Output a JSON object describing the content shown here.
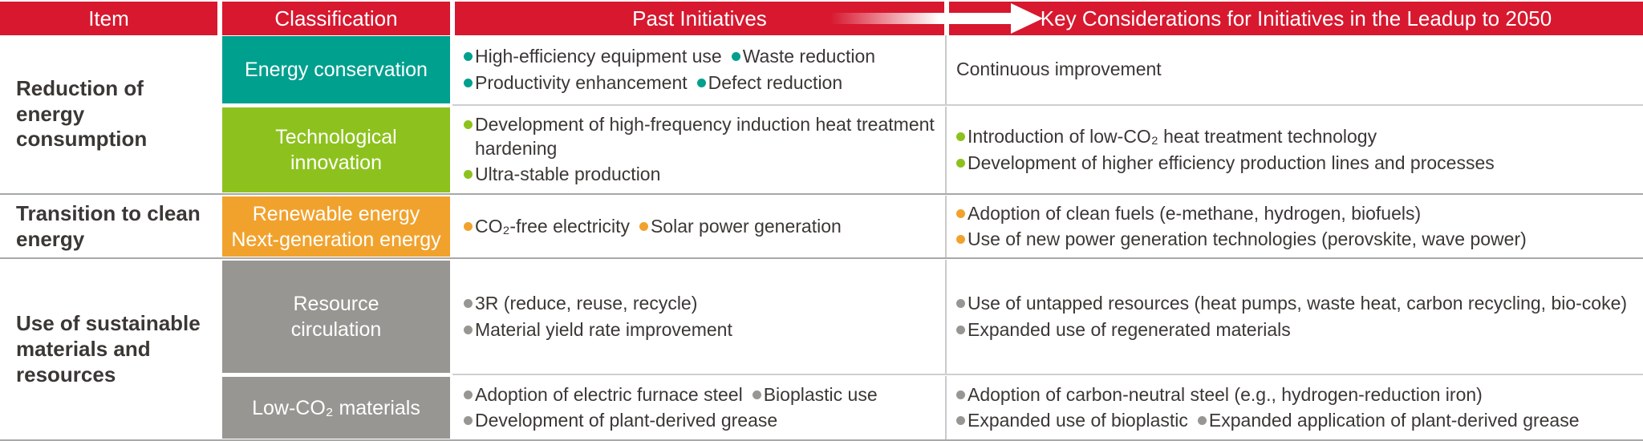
{
  "colors": {
    "red": "#D7182F",
    "teal": "#00A08E",
    "green": "#8DC21E",
    "orange": "#F1A22D",
    "gray": "#989692",
    "text": "#3B3735"
  },
  "header": {
    "columns": [
      "Item",
      "Classification",
      "Past Initiatives",
      "Key Considerations for Initiatives in the Leadup to 2050"
    ],
    "arrow_icon": "right-arrow"
  },
  "groups": [
    {
      "item_lines": [
        "Reduction of energy",
        "consumption"
      ],
      "rows": [
        {
          "classification": {
            "lines": [
              "Energy conservation"
            ],
            "color": "teal"
          },
          "past": {
            "bullet_color": "teal",
            "bullets": true,
            "lines": [
              [
                "High-efficiency equipment use",
                "Waste reduction"
              ],
              [
                "Productivity enhancement",
                "Defect reduction"
              ]
            ]
          },
          "key": {
            "bullet_color": "teal",
            "bullets": false,
            "lines": [
              [
                "Continuous improvement"
              ]
            ]
          }
        },
        {
          "classification": {
            "lines": [
              "Technological",
              "innovation"
            ],
            "color": "green"
          },
          "past": {
            "bullet_color": "green",
            "bullets": true,
            "lines": [
              [
                "Development of high-frequency induction heat treatment hardening"
              ],
              [
                "Ultra-stable production"
              ]
            ]
          },
          "key": {
            "bullet_color": "green",
            "bullets": true,
            "lines": [
              [
                "Introduction of low-CO₂ heat treatment technology"
              ],
              [
                "Development of higher efficiency production lines and processes"
              ]
            ]
          }
        }
      ]
    },
    {
      "item_lines": [
        "Transition to clean",
        "energy"
      ],
      "rows": [
        {
          "classification": {
            "lines": [
              "Renewable energy",
              "Next-generation energy"
            ],
            "color": "orange"
          },
          "past": {
            "bullet_color": "orange",
            "bullets": true,
            "lines": [
              [
                "CO₂-free electricity",
                "Solar power generation"
              ]
            ]
          },
          "key": {
            "bullet_color": "orange",
            "bullets": true,
            "lines": [
              [
                "Adoption of clean fuels (e-methane, hydrogen, biofuels)"
              ],
              [
                "Use of new power generation technologies (perovskite, wave power)"
              ]
            ]
          }
        }
      ]
    },
    {
      "item_lines": [
        "Use of sustainable",
        "materials and",
        "resources"
      ],
      "rows": [
        {
          "classification": {
            "lines": [
              "Resource",
              "circulation"
            ],
            "color": "gray"
          },
          "past": {
            "bullet_color": "gray",
            "bullets": true,
            "lines": [
              [
                "3R (reduce, reuse, recycle)"
              ],
              [
                "Material yield rate improvement"
              ]
            ]
          },
          "key": {
            "bullet_color": "gray",
            "bullets": true,
            "lines": [
              [
                "Use of untapped resources (heat pumps, waste heat, carbon recycling, bio-coke)"
              ],
              [
                "Expanded use of regenerated materials"
              ]
            ]
          }
        },
        {
          "classification": {
            "lines": [
              "Low-CO₂ materials"
            ],
            "color": "gray"
          },
          "past": {
            "bullet_color": "gray",
            "bullets": true,
            "lines": [
              [
                "Adoption of electric furnace steel",
                "Bioplastic use"
              ],
              [
                "Development of plant-derived grease"
              ]
            ]
          },
          "key": {
            "bullet_color": "gray",
            "bullets": true,
            "lines": [
              [
                "Adoption of carbon-neutral steel (e.g., hydrogen-reduction iron)"
              ],
              [
                "Expanded use of bioplastic",
                "Expanded application of plant-derived grease"
              ]
            ]
          }
        }
      ]
    }
  ]
}
